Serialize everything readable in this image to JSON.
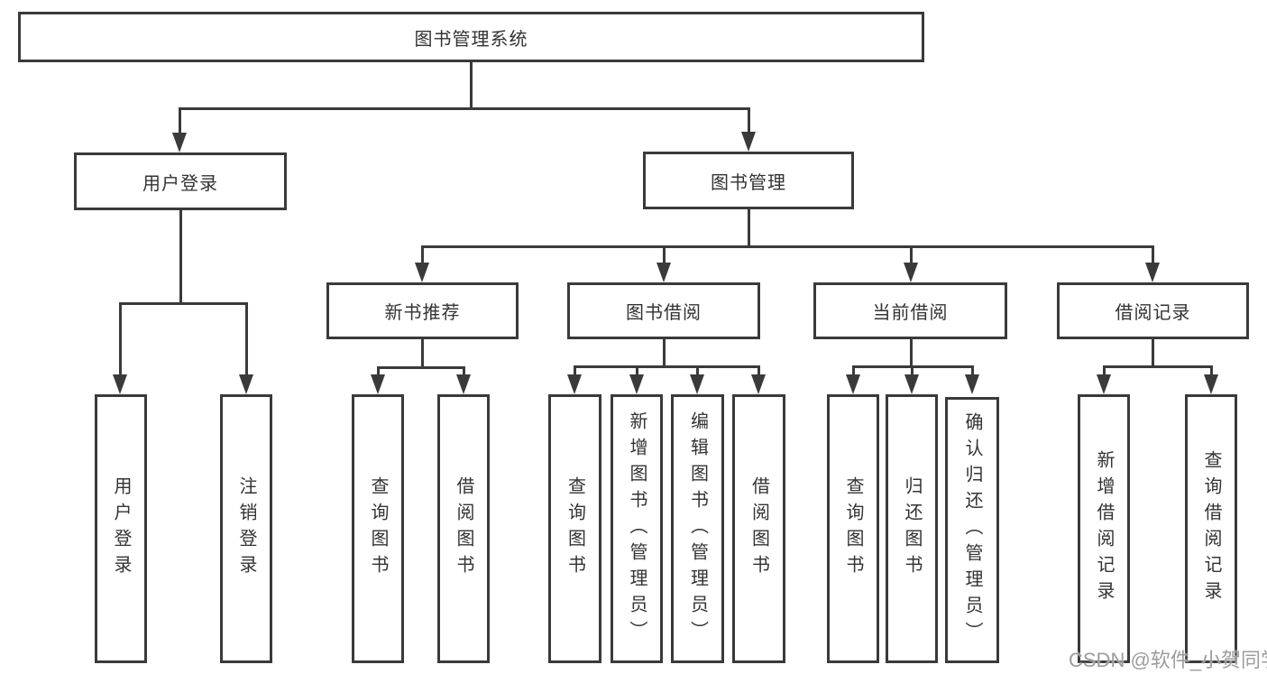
{
  "tree": {
    "root": "图书管理系统",
    "branches": [
      {
        "label": "用户登录",
        "children": [
          "用户登录",
          "注销登录"
        ]
      },
      {
        "label": "图书管理",
        "children": [
          {
            "label": "新书推荐",
            "children": [
              "查询图书",
              "借阅图书"
            ]
          },
          {
            "label": "图书借阅",
            "children": [
              "查询图书",
              "新增图书（管理员）",
              "编辑图书（管理员）",
              "借阅图书"
            ]
          },
          {
            "label": "当前借阅",
            "children": [
              "查询图书",
              "归还图书",
              "确认归还（管理员）"
            ]
          },
          {
            "label": "借阅记录",
            "children": [
              "新增借阅记录",
              "查询借阅记录"
            ]
          }
        ]
      }
    ]
  },
  "watermark": {
    "text": "CSDN @软件_小贺同学"
  },
  "colors": {
    "line": "#3a3a3a",
    "text": "#333333",
    "watermark": "#9c9c9c",
    "background": "#ffffff"
  }
}
